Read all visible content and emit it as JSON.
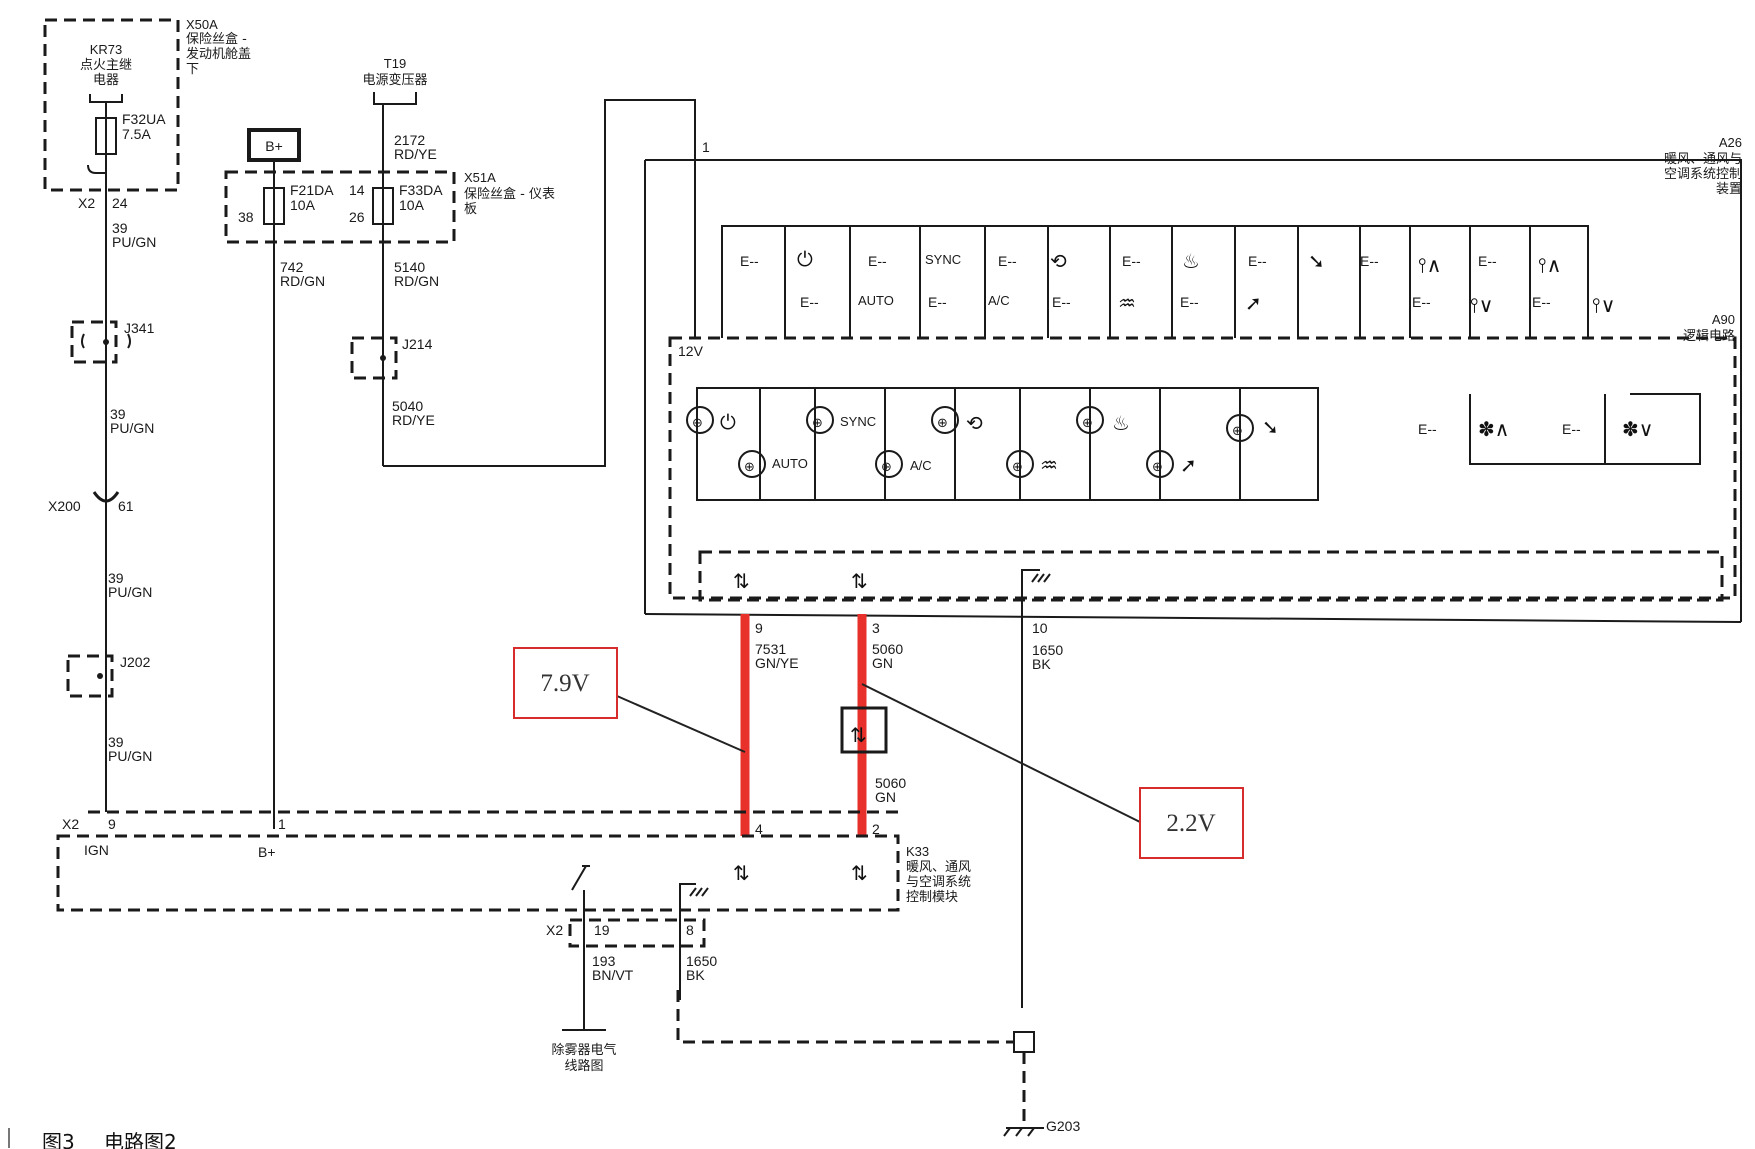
{
  "caption": {
    "fig": "图3",
    "title": "电路图2"
  },
  "fusebox_x50a": {
    "code": "X50A",
    "l1": "保险丝盒 -",
    "l2": "发动机舱盖",
    "l3": "下"
  },
  "relay": {
    "code": "KR73",
    "l1": "点火主继",
    "l2": "电器"
  },
  "fuse_f32": {
    "code": "F32UA",
    "rating": "7.5A"
  },
  "conn_x2_top": {
    "label": "X2",
    "pin": "24"
  },
  "wire_39": {
    "gauge": "39",
    "color": "PU/GN"
  },
  "j341": "J341",
  "x200": {
    "label": "X200",
    "pin": "61"
  },
  "j202": "J202",
  "bplus": "B+",
  "fusebox_x51a": {
    "code": "X51A",
    "l1": "保险丝盒 - 仪表",
    "l2": "板"
  },
  "fuse_f21": {
    "code": "F21DA",
    "rating": "10A",
    "pin_in": "38"
  },
  "fuse_f33": {
    "code": "F33DA",
    "rating": "10A",
    "pin_in": "14",
    "pin_out": "26"
  },
  "t19": {
    "code": "T19",
    "name": "电源变压器"
  },
  "wire_2172": {
    "gauge": "2172",
    "color": "RD/YE"
  },
  "wire_742": {
    "gauge": "742",
    "color": "RD/GN"
  },
  "wire_5140": {
    "gauge": "5140",
    "color": "RD/GN"
  },
  "j214": "J214",
  "wire_5040": {
    "gauge": "5040",
    "color": "RD/YE"
  },
  "a26": {
    "code": "A26",
    "l1": "暖风、通风与",
    "l2": "空调系统控制",
    "l3": "装置",
    "pin1": "1"
  },
  "a90": {
    "code": "A90",
    "name": "逻辑电路",
    "v12": "12V"
  },
  "switches": {
    "prefix": "E--",
    "sync": "SYNC",
    "auto": "AUTO",
    "ac": "A/C"
  },
  "pin9": {
    "pin": "9",
    "gauge": "7531",
    "color": "GN/YE"
  },
  "pin3": {
    "pin": "3",
    "gauge": "5060",
    "color": "GN"
  },
  "pin10": {
    "pin": "10",
    "gauge": "1650",
    "color": "BK"
  },
  "wire_5060b": {
    "gauge": "5060",
    "color": "GN"
  },
  "callout_left": "7.9V",
  "callout_right": "2.2V",
  "k33": {
    "code": "K33",
    "l1": "暖风、通风",
    "l2": "与空调系统",
    "l3": "控制模块",
    "ign": "IGN",
    "bplus": "B+",
    "x2": "X2",
    "pin9": "9",
    "pin1": "1",
    "pin4": "4",
    "pin2": "2"
  },
  "x2_bottom": {
    "label": "X2",
    "pin19": "19",
    "pin8": "8"
  },
  "wire_193": {
    "gauge": "193",
    "color": "BN/VT"
  },
  "wire_1650b": {
    "gauge": "1650",
    "color": "BK"
  },
  "defog": {
    "l1": "除雾器电气",
    "l2": "线路图"
  },
  "g203": "G203"
}
